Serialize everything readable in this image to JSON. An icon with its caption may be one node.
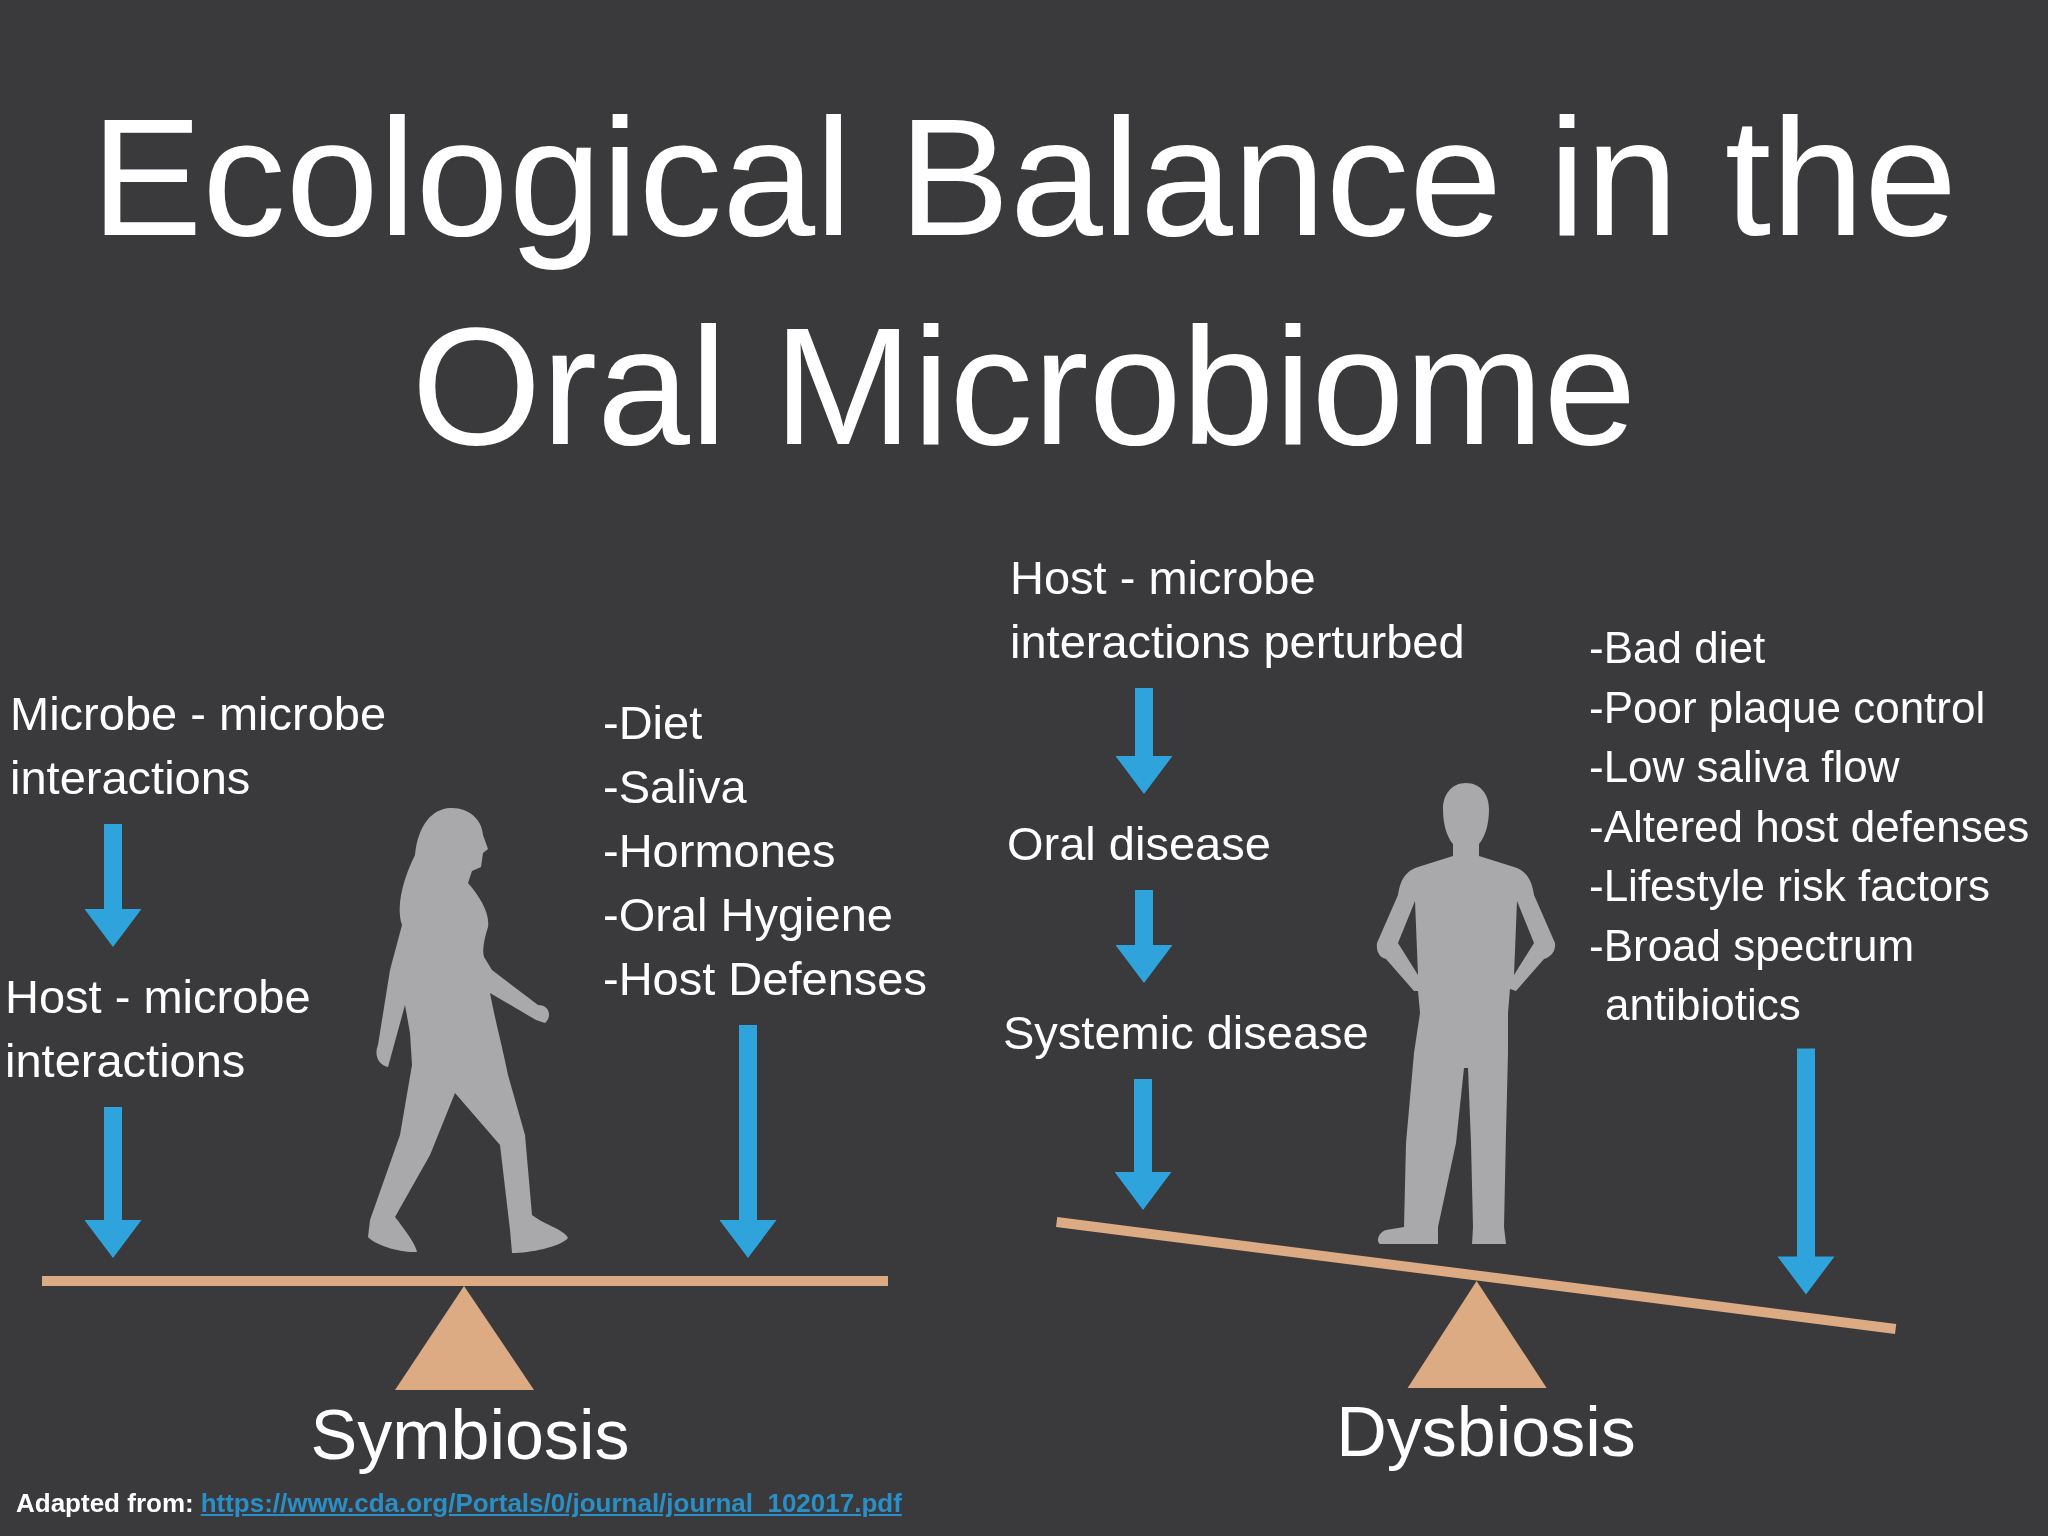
{
  "diagram": {
    "title": "Ecological Balance in the Oral Microbiome",
    "nodes": [
      {
        "text": [
          "Microbe - microbe interactions"
        ]
      },
      {
        "text": [
          "Host - microbe interactions"
        ]
      },
      {
        "text": [],
        "shape": "person"
      },
      {
        "text": [
          "-Diet",
          "-Saliva",
          "-Hormones",
          "-Oral Hygiene",
          "-Host Defenses"
        ]
      },
      {
        "text": [],
        "shape": "seesaw"
      },
      {
        "text": [
          "Host - microbe interactions perturbed"
        ]
      },
      {
        "text": [
          "Oral disease"
        ]
      },
      {
        "text": [
          "Systemic disease"
        ]
      },
      {
        "text": [],
        "shape": "person"
      },
      {
        "text": [
          "-Bad diet",
          "-Poor plaque control",
          "-Low saliva flow",
          "-Altered host defenses",
          "-Lifestyle risk factors",
          "-Broad spectrum antibiotics"
        ]
      },
      {
        "text": [],
        "shape": "seesaw"
      }
    ],
    "edges": [
      {
        "from": 0,
        "to": 1,
        "arrow": "to"
      },
      {
        "from": 1,
        "to": 4,
        "arrow": "to"
      },
      {
        "from": 3,
        "to": 4,
        "arrow": "to"
      },
      {
        "from": 5,
        "to": 6,
        "arrow": "to"
      },
      {
        "from": 6,
        "to": 7,
        "arrow": "to"
      },
      {
        "from": 7,
        "to": 10,
        "arrow": "to"
      },
      {
        "from": 9,
        "to": 10,
        "arrow": "to"
      }
    ],
    "labels": [
      "Symbiosis",
      "Dysbiosis",
      "Adapted from:",
      "https://www.cda.org/Portals/0/journal/journal_102017.pdf"
    ]
  }
}
